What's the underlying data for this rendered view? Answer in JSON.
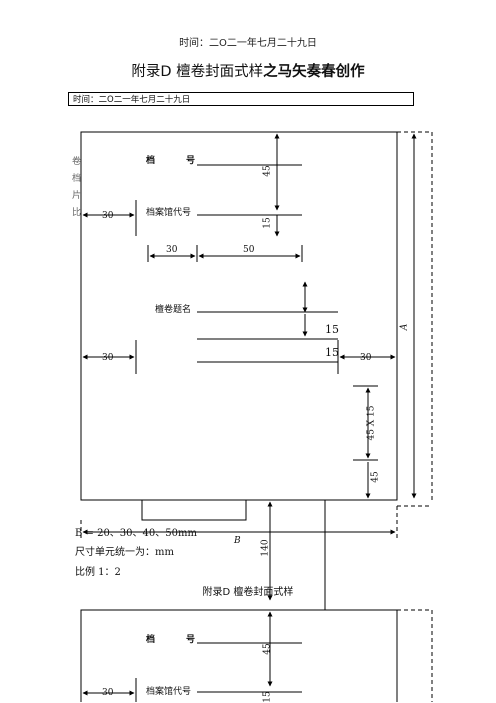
{
  "header": {
    "time_line": "时间：二O二一年七月二十九日"
  },
  "title": {
    "main": "附录D 檀卷封面式样",
    "suffix": "之马矢奏春创作"
  },
  "date_box": {
    "text": "时间：二O二一年七月二十九日"
  },
  "figure1": {
    "left_chars": [
      "卷",
      "档",
      "片",
      "比"
    ],
    "label_dang": "档",
    "label_hao": "号",
    "label_archive_code": "档案馆代号",
    "label_title": "檀卷题名",
    "dims": {
      "d45": "45",
      "d15": "15",
      "d30a": "30",
      "d30b": "30",
      "d50": "50",
      "d15b": "15",
      "d15c": "15",
      "d30c": "30",
      "d30d": "30",
      "d45x15": "45 X 15",
      "d45b": "45",
      "A": "A",
      "B": "B",
      "d140": "140"
    }
  },
  "notes": {
    "b_values": "B = 20、30、40、50mm",
    "unit": "尺寸单元统一为：mm",
    "scale": "比例 1：2"
  },
  "caption": "附录D 檀卷封面式样",
  "figure2": {
    "label_dang": "档",
    "label_hao": "号",
    "label_archive_code": "档案馆代号",
    "dims": {
      "d45": "45",
      "d30": "30",
      "d15": "15"
    }
  }
}
